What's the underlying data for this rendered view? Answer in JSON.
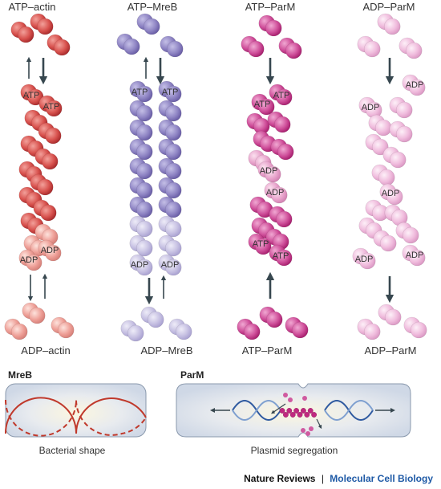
{
  "columns": [
    {
      "top_label": "ATP–actin",
      "bottom_label": "ADP–actin",
      "end_label_top_left": "ATP",
      "end_label_top_right": "ATP",
      "end_label_bottom_left": "ADP",
      "end_label_bottom_right": "ADP",
      "palette": "red"
    },
    {
      "top_label": "ATP–MreB",
      "bottom_label": "ADP–MreB",
      "end_label_top_left": "ATP",
      "end_label_top_right": "ATP",
      "end_label_bottom_left": "ADP",
      "end_label_bottom_right": "ADP",
      "palette": "purple"
    },
    {
      "top_label": "ATP–ParM",
      "bottom_label": "ATP–ParM",
      "mid_labels": [
        "ADP",
        "ADP"
      ],
      "end_label_top_left": "ATP",
      "end_label_top_right": "ATP",
      "end_label_bottom_left": "ATP",
      "end_label_bottom_right": "ATP",
      "palette": "magenta"
    },
    {
      "top_label": "ADP–ParM",
      "bottom_label": "ADP–ParM",
      "labels": [
        "ADP",
        "ADP",
        "ADP",
        "ADP",
        "ADP"
      ],
      "palette": "pink"
    }
  ],
  "panels": {
    "mreb": {
      "title": "MreB",
      "caption": "Bacterial shape"
    },
    "parm": {
      "title": "ParM",
      "caption": "Plasmid segregation"
    }
  },
  "footer": {
    "journal": "Nature Reviews",
    "separator": "|",
    "section": "Molecular Cell Biology"
  },
  "colors": {
    "red": {
      "base": "#d8524e",
      "dark": "#b52a2a",
      "light": "#eda19a"
    },
    "purple": {
      "base": "#8f85c4",
      "dark": "#6f63ad",
      "light": "#c6c0e2"
    },
    "magenta": {
      "base": "#d87ab4",
      "dark": "#c0287f",
      "light": "#ecb8d8"
    },
    "pink": {
      "base": "#efb9dc",
      "dark": "#e79bc9",
      "light": "#f5d3ea"
    },
    "arrow": "#37474f",
    "panel_fill": "#dbe3ef",
    "panel_stroke": "#8a99ad",
    "dna_blue": "#2f5aa0",
    "footer_blue": "#1f5aa6"
  }
}
